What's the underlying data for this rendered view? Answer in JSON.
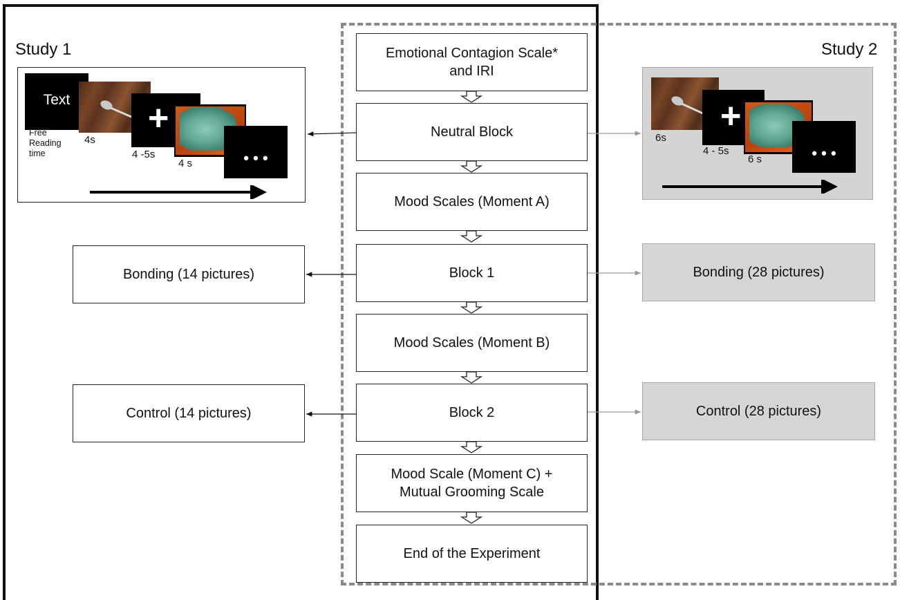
{
  "studies": {
    "study1_label": "Study 1",
    "study2_label": "Study 2"
  },
  "flow": [
    {
      "line1": "Emotional Contagion Scale*",
      "line2": "and IRI"
    },
    {
      "line1": "Neutral Block",
      "line2": ""
    },
    {
      "line1": "Mood Scales (Moment A)",
      "line2": ""
    },
    {
      "line1": "Block 1",
      "line2": ""
    },
    {
      "line1": "Mood Scales (Moment B)",
      "line2": ""
    },
    {
      "line1": "Block 2",
      "line2": ""
    },
    {
      "line1": "Mood Scale (Moment C) +",
      "line2": "Mutual Grooming Scale"
    },
    {
      "line1": "End of the Experiment",
      "line2": ""
    }
  ],
  "study1": {
    "bonding": "Bonding (14 pictures)",
    "control": "Control (14 pictures)",
    "sequence": {
      "text_card": "Text",
      "text_caption": "Free\nReading\ntime",
      "photo1_time": "4s",
      "fixation_time": "4 -5s",
      "photo2_time": "4 s",
      "fixation_symbol": "+",
      "ellipsis": "• • •"
    }
  },
  "study2": {
    "bonding": "Bonding (28 pictures)",
    "control": "Control (28 pictures)",
    "sequence": {
      "photo1_time": "6s",
      "fixation_time": "4 - 5s",
      "photo2_time": "6 s",
      "fixation_symbol": "+",
      "ellipsis": "• • •"
    }
  },
  "colors": {
    "study2_fill": "#d5d5d5",
    "study2_border": "#8a8a8a",
    "study1_border": "#111111"
  }
}
